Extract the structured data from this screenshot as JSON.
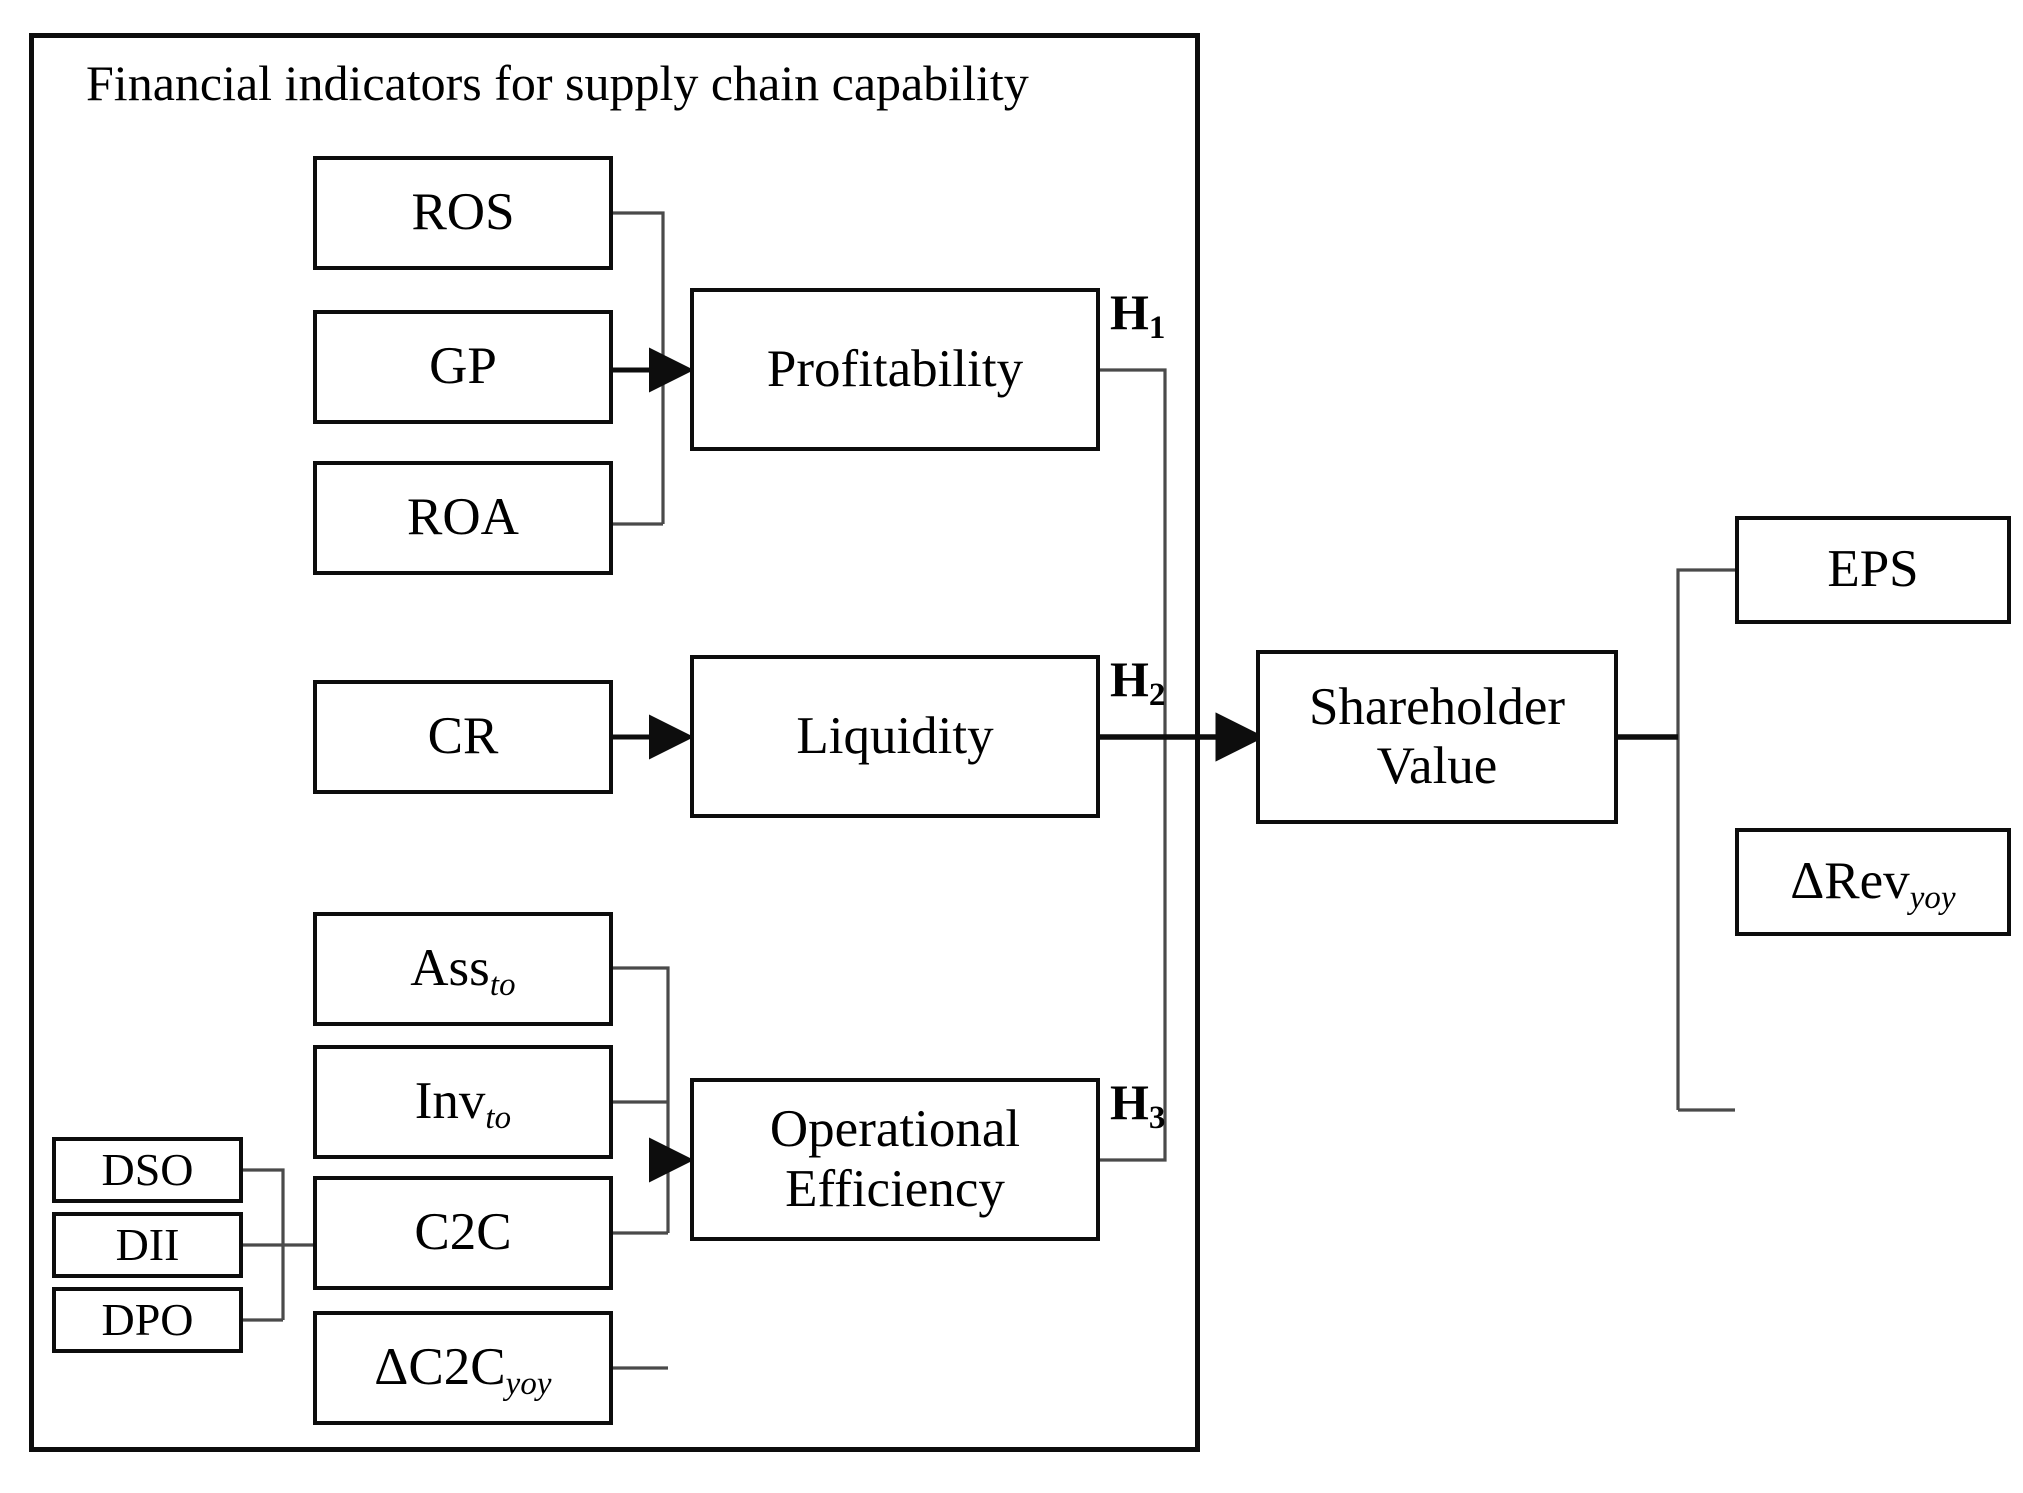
{
  "figure": {
    "kind": "conceptual-framework-diagram",
    "container_title": "Financial indicators for supply chain capability",
    "colors": {
      "stroke": "#0d0d0d",
      "thin_connector": "#4a4a4a",
      "background": "#ffffff"
    }
  },
  "indicators": {
    "profitability_inputs": [
      {
        "id": "ros",
        "label": "ROS"
      },
      {
        "id": "gp",
        "label": "GP"
      },
      {
        "id": "roa",
        "label": "ROA"
      }
    ],
    "liquidity_inputs": [
      {
        "id": "cr",
        "label": "CR"
      }
    ],
    "efficiency_inputs": [
      {
        "id": "ass_to",
        "label": "Ass",
        "sub": "to"
      },
      {
        "id": "inv_to",
        "label": "Inv",
        "sub": "to"
      },
      {
        "id": "c2c",
        "label": "C2C",
        "sub": ""
      },
      {
        "id": "dc2c_yoy",
        "label": "ΔC2C",
        "sub": "yoy"
      }
    ],
    "c2c_components": [
      {
        "id": "dso",
        "label": "DSO"
      },
      {
        "id": "dii",
        "label": "DII"
      },
      {
        "id": "dpo",
        "label": "DPO"
      }
    ]
  },
  "constructs": [
    {
      "id": "profitability",
      "label": "Profitability",
      "hypothesis": "H",
      "hypothesis_sub": "1"
    },
    {
      "id": "liquidity",
      "label": "Liquidity",
      "hypothesis": "H",
      "hypothesis_sub": "2"
    },
    {
      "id": "efficiency",
      "label": "Operational\nEfficiency",
      "hypothesis": "H",
      "hypothesis_sub": "3"
    }
  ],
  "outcome": {
    "id": "shareholder_value",
    "line1": "Shareholder",
    "line2": "Value"
  },
  "outcome_inputs": [
    {
      "id": "eps",
      "label": "EPS",
      "sub": ""
    },
    {
      "id": "drev_yoy",
      "label": "ΔRev",
      "sub": "yoy"
    }
  ]
}
